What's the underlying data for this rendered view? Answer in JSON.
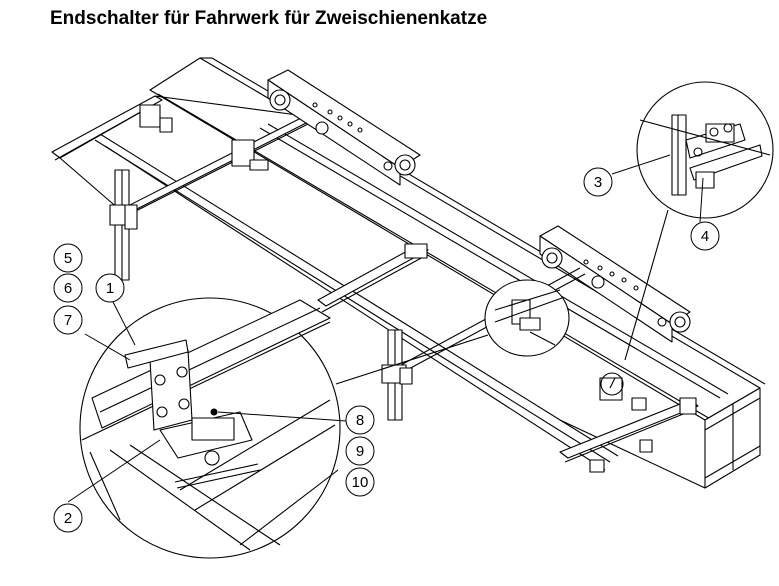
{
  "title": "Endschalter für Fahrwerk für Zweischienenkatze",
  "callouts": [
    "1",
    "2",
    "3",
    "4",
    "5",
    "6",
    "7",
    "8",
    "9",
    "10"
  ]
}
